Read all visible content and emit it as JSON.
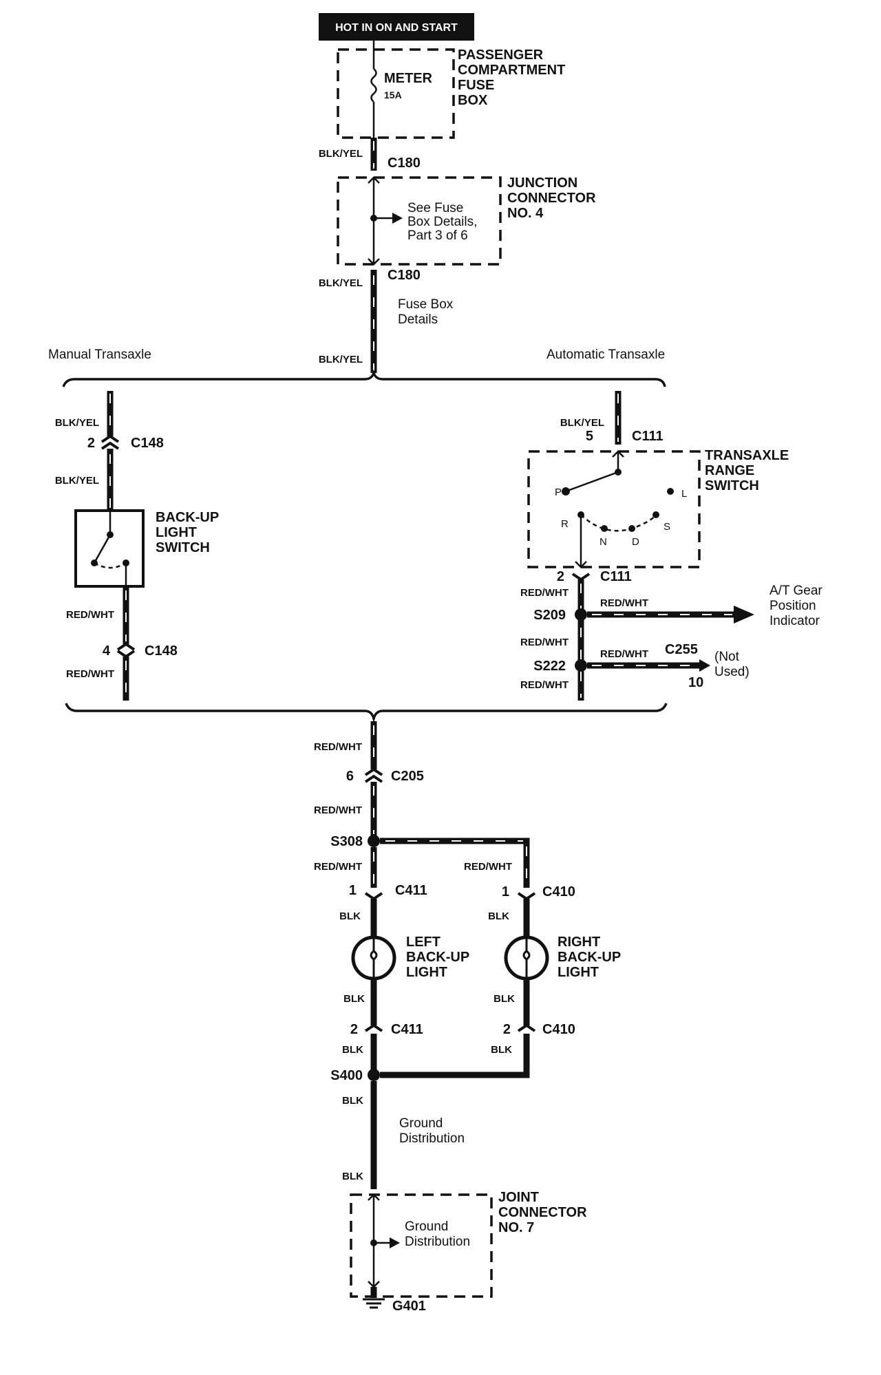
{
  "header": {
    "power_label": "HOT IN ON AND START"
  },
  "fuse_box": {
    "name": [
      "PASSENGER",
      "COMPARTMENT",
      "FUSE",
      "BOX"
    ],
    "fuse_name": "METER",
    "fuse_rating": "15A"
  },
  "junction4": {
    "name": [
      "JUNCTION",
      "CONNECTOR",
      "NO. 4"
    ],
    "note": [
      "See Fuse",
      "Box Details,",
      "Part 3 of 6"
    ]
  },
  "fuse_box_details": [
    "Fuse Box",
    "Details"
  ],
  "wires": {
    "blk_yel": "BLK/YEL",
    "red_wht": "RED/WHT",
    "blk": "BLK"
  },
  "connectors": {
    "c180": "C180",
    "c148": "C148",
    "c111": "C111",
    "c255": "C255",
    "c205": "C205",
    "c411": "C411",
    "c410": "C410"
  },
  "pins": {
    "p2": "2",
    "p4": "4",
    "p5": "5",
    "p6": "6",
    "p1": "1",
    "p10": "10"
  },
  "splices": {
    "s209": "S209",
    "s222": "S222",
    "s308": "S308",
    "s400": "S400"
  },
  "variants": {
    "manual": "Manual Transaxle",
    "automatic": "Automatic Transaxle"
  },
  "backup_switch": {
    "name": [
      "BACK-UP",
      "LIGHT",
      "SWITCH"
    ]
  },
  "range_switch": {
    "name": [
      "TRANSAXLE",
      "RANGE",
      "SWITCH"
    ],
    "positions": {
      "p": "P",
      "r": "R",
      "n": "N",
      "d": "D",
      "s": "S",
      "l": "L"
    }
  },
  "at_gear": [
    "A/T Gear",
    "Position",
    "Indicator"
  ],
  "not_used": [
    "(Not",
    "Used)"
  ],
  "left_light": {
    "name": [
      "LEFT",
      "BACK-UP",
      "LIGHT"
    ]
  },
  "right_light": {
    "name": [
      "RIGHT",
      "BACK-UP",
      "LIGHT"
    ]
  },
  "ground_distribution": [
    "Ground",
    "Distribution"
  ],
  "joint7": {
    "name": [
      "JOINT",
      "CONNECTOR",
      "NO. 7"
    ],
    "note": [
      "Ground",
      "Distribution"
    ]
  },
  "ground": {
    "name": "G401"
  }
}
